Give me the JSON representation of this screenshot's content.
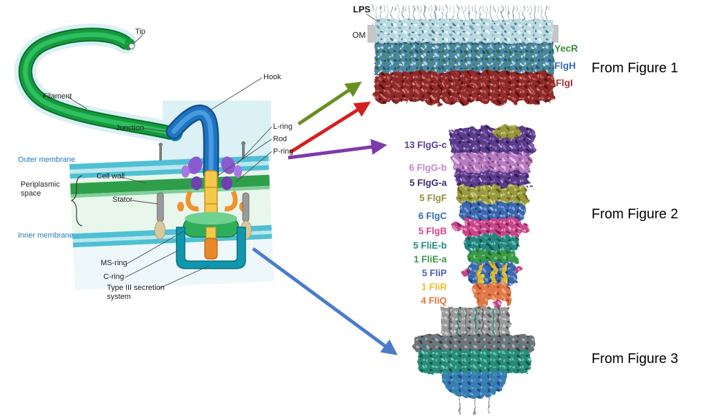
{
  "diagram": {
    "labels": {
      "tip": "Tip",
      "filament": "Filament",
      "junction": "Junction",
      "hook": "Hook",
      "l_ring": "L-ring",
      "rod": "Rod",
      "p_ring": "P-ring",
      "outer_membrane": "Outer membrane",
      "cell_wall": "Cell wall",
      "periplasmic_space": "Periplasmic space",
      "stator": "Stator",
      "inner_membrane": "Inner membrane",
      "ms_ring": "MS-ring",
      "c_ring": "C-ring",
      "t3ss": "Type III secretion system"
    },
    "membrane_label_color": "#2479b5"
  },
  "figure1": {
    "caption": "From Figure 1",
    "lps_label": "LPS",
    "om_label": "OM",
    "legend": [
      {
        "name": "YecR",
        "color": "#3d8b3d"
      },
      {
        "name": "FlgH",
        "color": "#3a6ab8"
      },
      {
        "name": "FlgI",
        "color": "#b03030"
      }
    ]
  },
  "figure2": {
    "caption": "From Figure 2",
    "legend": [
      {
        "count": "13",
        "name": "FlgG-c",
        "color": "#5b3a92"
      },
      {
        "count": "6",
        "name": "FlgG-b",
        "color": "#c585c9"
      },
      {
        "count": "5",
        "name": "FlgG-a",
        "color": "#3d2b76"
      },
      {
        "count": "5",
        "name": "FlgF",
        "color": "#8f8f3a"
      },
      {
        "count": "6",
        "name": "FlgC",
        "color": "#3a6ab8"
      },
      {
        "count": "5",
        "name": "FlgB",
        "color": "#d4448e"
      },
      {
        "count": "5",
        "name": "FliE-b",
        "color": "#1d8a80"
      },
      {
        "count": "1",
        "name": "FliE-a",
        "color": "#3a9a4a"
      },
      {
        "count": "5",
        "name": "FliP",
        "color": "#4a5cb8"
      },
      {
        "count": "1",
        "name": "FliR",
        "color": "#e3c122"
      },
      {
        "count": "4",
        "name": "FliQ",
        "color": "#e8703d"
      }
    ]
  },
  "figure3": {
    "caption": "From Figure 3"
  },
  "arrows": {
    "green": "#6b8e23",
    "red": "#d42020",
    "purple": "#7c3aab",
    "blue": "#4a7cc9"
  }
}
